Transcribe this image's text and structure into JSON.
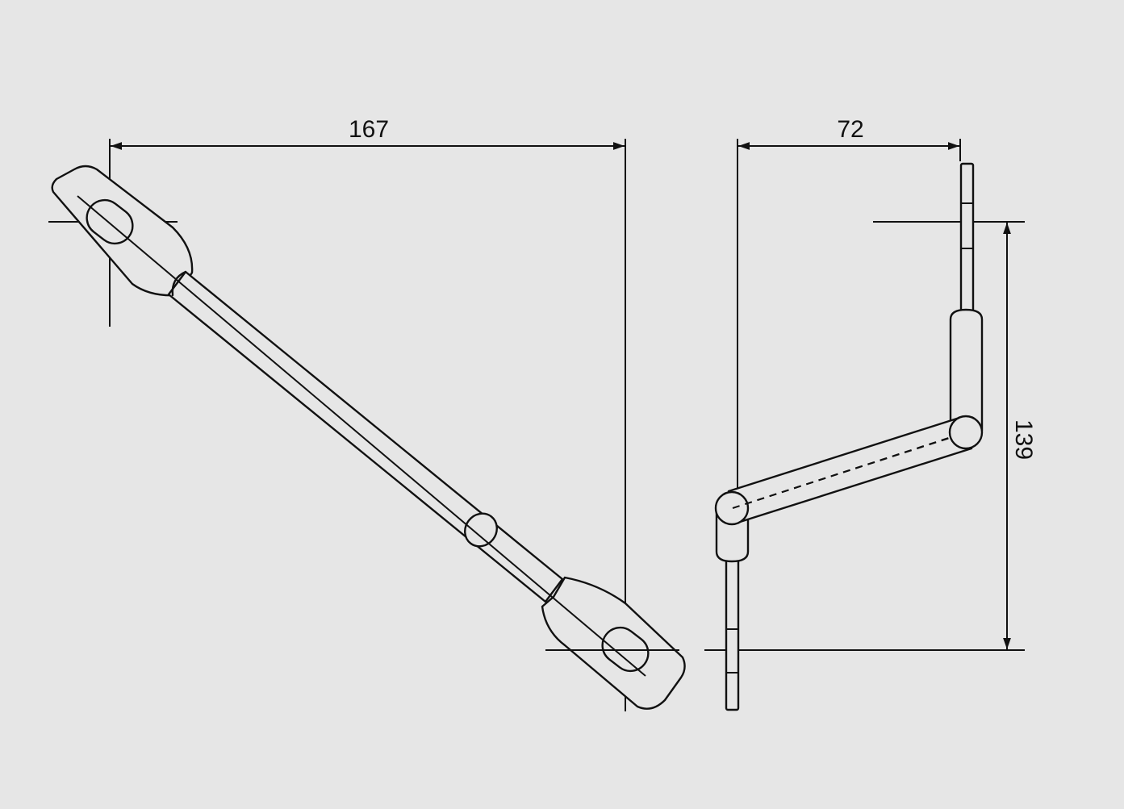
{
  "dimensions": {
    "front_width": "167",
    "side_width": "72",
    "side_height": "139"
  },
  "colors": {
    "background": "#e6e6e6",
    "line": "#111111"
  }
}
